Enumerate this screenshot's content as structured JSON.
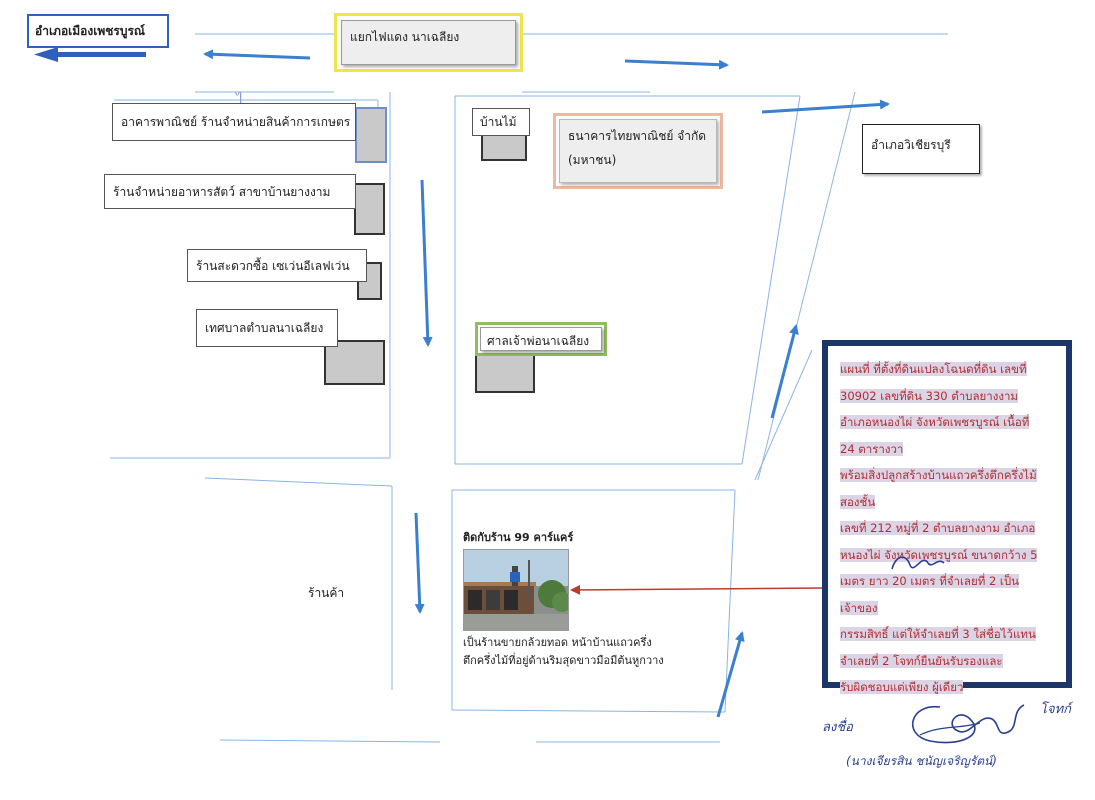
{
  "labels": {
    "city": "อำเภอเมืองเพชรบูรณ์",
    "junction": "แยกไฟแดง นาเฉลียง",
    "district_east": "อำเภอวิเชียรบุรี",
    "agri_shop": "อาคารพาณิชย์ ร้านจำหน่ายสินค้าการเกษตร",
    "feed_shop": "ร้านจำหน่ายอาหารสัตว์ สาขาบ้านยางงาม",
    "seven_eleven": "ร้านสะดวกซื้อ เซเว่นอีเลฟเว่น",
    "municipality": "เทศบาลตำบลนาเฉลียง",
    "wood_house": "บ้านไม้",
    "bank_line1": "ธนาคารไทยพาณิชย์ จำกัด",
    "bank_line2": "(มหาชน)",
    "shrine": "ศาลเจ้าพ่อนาเฉลียง",
    "shop": "ร้านค้า"
  },
  "property": {
    "caption_top": "ติดกับร้าน 99 คาร์แคร์",
    "caption_bottom_line1": "เป็นร้านขายกล้วยทอด หน้าบ้านแถวครึ่ง",
    "caption_bottom_line2": "ตึกครึ่งไม้ที่อยู่ด้านริมสุดขาวมือมีต้นหูกวาง"
  },
  "info_box": {
    "lines": [
      "แผนที่ ที่ตั้งที่ดินแปลงโฉนดที่ดิน เลขที่",
      "30902 เลขที่ดิน 330 ตำบลยางงาม",
      "อำเภอหนองไผ่  จังหวัดเพชรบูรณ์  เนื้อที่",
      "24 ตารางวา",
      "พร้อมสิ่งปลูกสร้างบ้านแถวครึ่งตึกครึ่งไม้",
      "สองชั้น",
      " เลขที่ 212 หมู่ที่ 2 ตำบลยางงาม  อำเภอ",
      "หนองไผ่ จังหวัดเพชรบูรณ์ ขนาดกว้าง 5",
      "เมตร ยาว 20 เมตร ที่จำเลยที่ 2 เป็นเจ้าของ",
      "กรรมสิทธิ์  แต่ให้จำเลยที่ 3  ใส่ชื่อไว้แทน",
      "จำเลยที่ 2   โจทก์ยืนยันรับรองและ",
      "รับผิดชอบแต่เพียง ผู้เดียว"
    ]
  },
  "signature": {
    "prefix": "ลงชื่อ",
    "suffix": "โจทก์",
    "name": "(นางเจียรสิน  ชนัญเจริญรัตน์)"
  },
  "colors": {
    "road": "#8ab4e6",
    "arrow": "#3b7fd0",
    "pointer": "#c0392b",
    "info_border": "#1c3669",
    "info_text": "#b03030",
    "info_highlight": "#dbd3e6",
    "building": "#c9c9c9"
  }
}
